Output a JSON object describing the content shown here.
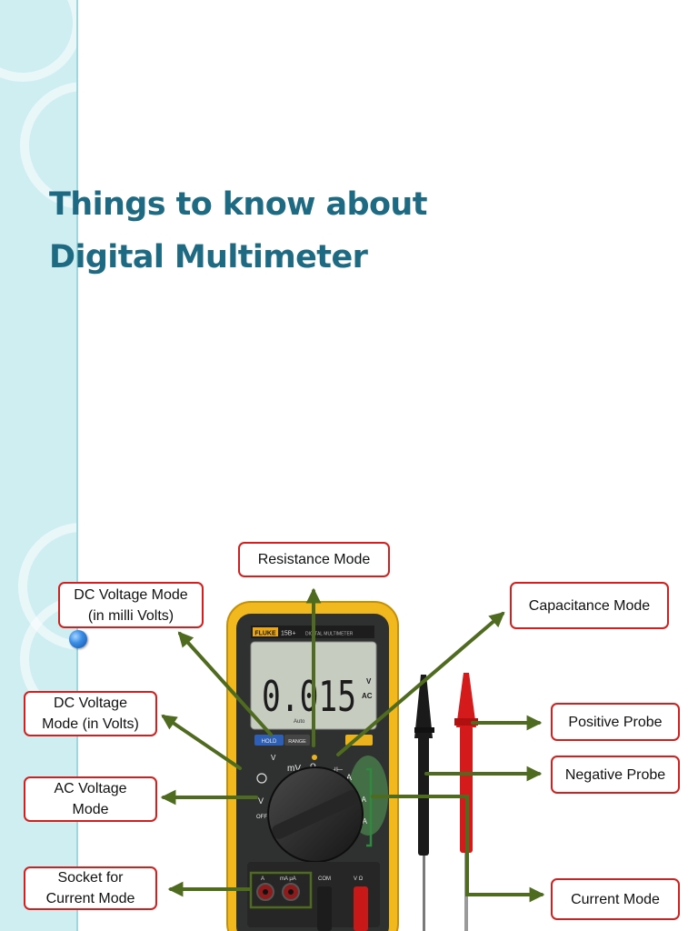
{
  "slide": {
    "title_line1": "Things to know about",
    "title_line2": "Digital Multimeter"
  },
  "callouts": {
    "resistance": "Resistance Mode",
    "dc_milli_line1": "DC Voltage Mode",
    "dc_milli_line2": "(in milli Volts)",
    "capacitance": "Capacitance Mode",
    "dc_volts_line1": "DC Voltage",
    "dc_volts_line2": "Mode (in Volts)",
    "positive_probe": "Positive Probe",
    "negative_probe": "Negative Probe",
    "ac_line1": "AC Voltage",
    "ac_line2": "Mode",
    "socket_line1": "Socket for",
    "socket_line2": "Current Mode",
    "current": "Current Mode"
  },
  "meter": {
    "brand": "FLUKE",
    "model": "15B+",
    "model_sub": "DIGITAL MULTIMETER",
    "reading": "0.015",
    "unit_top": "V",
    "unit_bottom": "AC",
    "auto_label": "Auto",
    "hold_button": "HOLD",
    "range_button": "RANGE",
    "dial_mv": "mV",
    "dial_v": "V",
    "dial_ohm": "Ω",
    "dial_off": "OFF",
    "dial_a": "A",
    "dial_ma": "mA",
    "dial_ua": "μA",
    "jack_com": "COM",
    "jack_vohm": "V Ω",
    "jack_a": "A",
    "jack_ma": "mA μA"
  },
  "colors": {
    "title": "#1d6a82",
    "callout_border": "#d02020",
    "arrow": "#4f6b1f",
    "meter_body": "#f2b91e",
    "lcd": "#c7ccc0",
    "probe_red": "#d41a1a",
    "probe_black": "#1a1a1a"
  }
}
